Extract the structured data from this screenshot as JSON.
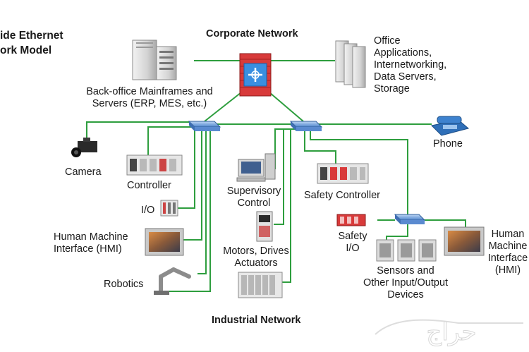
{
  "diagram": {
    "title_lines": [
      "ide Ethernet",
      "ork Model"
    ],
    "corporate_network_label": "Corporate Network",
    "industrial_network_label": "Industrial Network",
    "nodes": {
      "backoffice": [
        "Back-office Mainframes and",
        "Servers (ERP, MES, etc.)"
      ],
      "office_apps": [
        "Office",
        "Applications,",
        "Internetworking,",
        "Data Servers,",
        "Storage"
      ],
      "phone": "Phone",
      "camera": "Camera",
      "controller": "Controller",
      "io": "I/O",
      "hmi_left": [
        "Human Machine",
        "Interface (HMI)"
      ],
      "robotics": "Robotics",
      "supervisory": [
        "Supervisory",
        "Control"
      ],
      "motors": [
        "Motors, Drives",
        "Actuators"
      ],
      "safety_controller": "Safety Controller",
      "safety_io": [
        "Safety",
        "I/O"
      ],
      "sensors": [
        "Sensors and",
        "Other Input/Output",
        "Devices"
      ],
      "hmi_right": [
        "Human",
        "Machine",
        "Interface",
        "(HMI)"
      ]
    },
    "watermark_text": "حراج",
    "colors": {
      "link": "#2e9e3e",
      "switch": "#5b8fd6",
      "firewall": "#d83a3a"
    }
  }
}
